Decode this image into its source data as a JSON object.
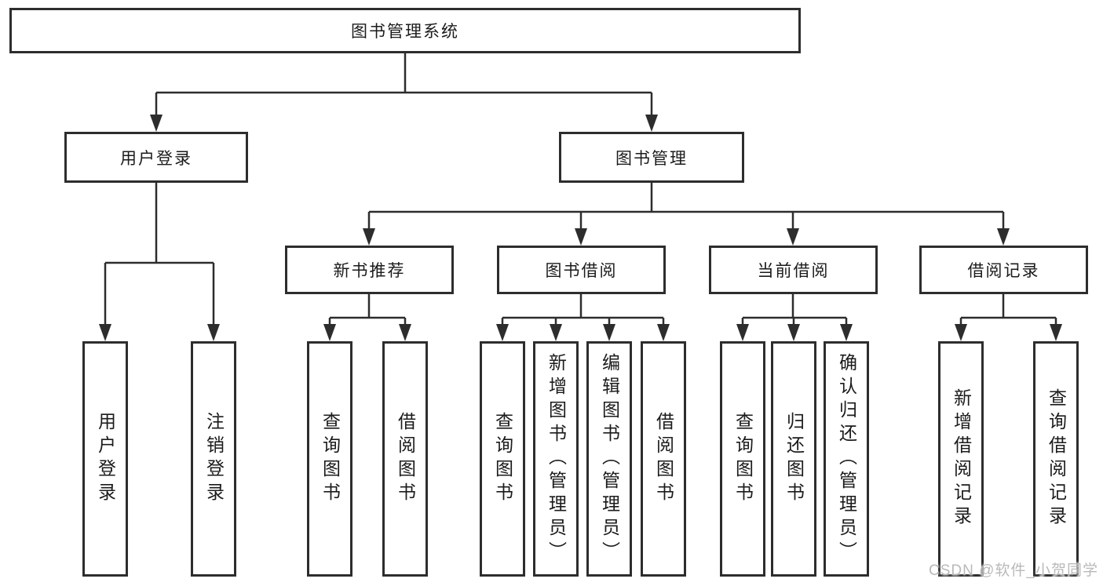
{
  "diagram": {
    "watermark": "CSDN @软件_小贺同学",
    "colors": {
      "line": "#2d2d2d",
      "border": "#2d2d2d",
      "text": "#1b1b1b",
      "background": "#ffffff",
      "watermark": "#b9b9b9"
    },
    "tree": {
      "root": {
        "label": "图书管理系统"
      },
      "branches": [
        {
          "label": "用户登录",
          "children": [
            {
              "label": "用户登录"
            },
            {
              "label": "注销登录"
            }
          ]
        },
        {
          "label": "图书管理",
          "children": [
            {
              "label": "新书推荐",
              "children": [
                {
                  "label": "查询图书"
                },
                {
                  "label": "借阅图书"
                }
              ]
            },
            {
              "label": "图书借阅",
              "children": [
                {
                  "label": "查询图书"
                },
                {
                  "label": "新增图书（管理员）"
                },
                {
                  "label": "编辑图书（管理员）"
                },
                {
                  "label": "借阅图书"
                }
              ]
            },
            {
              "label": "当前借阅",
              "children": [
                {
                  "label": "查询图书"
                },
                {
                  "label": "归还图书"
                },
                {
                  "label": "确认归还（管理员）"
                }
              ]
            },
            {
              "label": "借阅记录",
              "children": [
                {
                  "label": "新增借阅记录"
                },
                {
                  "label": "查询借阅记录"
                }
              ]
            }
          ]
        }
      ]
    }
  }
}
